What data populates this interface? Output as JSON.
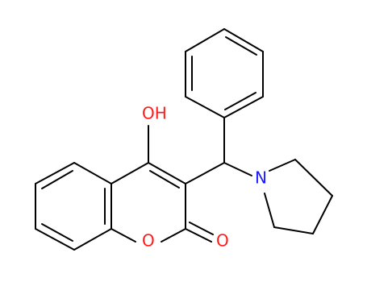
{
  "molecule": {
    "atom_labels": {
      "hydroxyl": "OH",
      "ring_oxygen": "O",
      "carbonyl_oxygen": "O",
      "nitrogen": "N"
    }
  },
  "colors": {
    "bond": "#000000",
    "oxygen": "#ff1a1a",
    "nitrogen": "#1a1aff",
    "background": "#ffffff"
  }
}
